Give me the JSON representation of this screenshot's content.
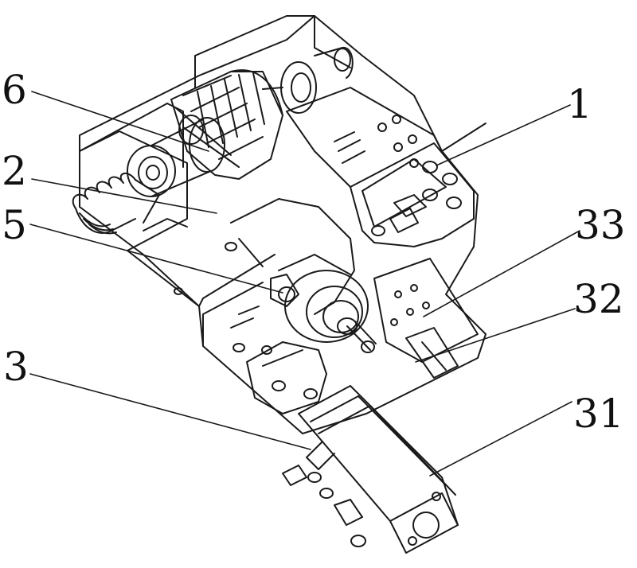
{
  "figure": {
    "labels": {
      "l1": "1",
      "l2": "2",
      "l3": "3",
      "l5": "5",
      "l6": "6",
      "l31": "31",
      "l32": "32",
      "l33": "33"
    },
    "colors": {
      "line": "#1a1a1a",
      "background": "#ffffff"
    }
  }
}
